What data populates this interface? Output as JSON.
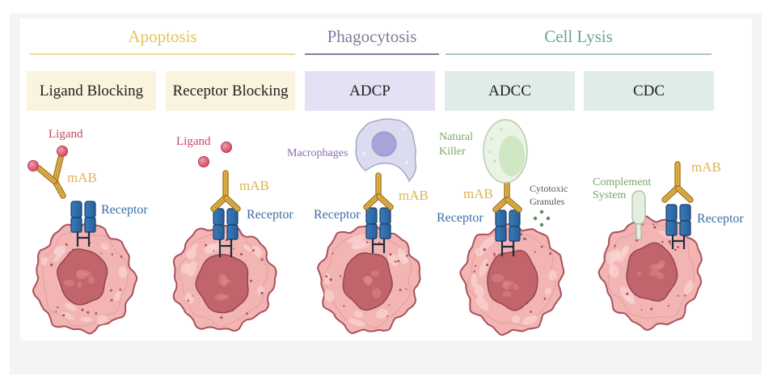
{
  "categories": [
    {
      "label": "Apoptosis",
      "text_color": "#e0c654",
      "line_color": "#e9dc98"
    },
    {
      "label": "Phagocytosis",
      "text_color": "#86779a",
      "line_color": "#8a7d98"
    },
    {
      "label": "Cell Lysis",
      "text_color": "#6aa39b",
      "line_color": "#a6c9c4"
    }
  ],
  "mechanisms": [
    {
      "label": "Ligand Blocking",
      "bg_color": "#faf3dd"
    },
    {
      "label": "Receptor Blocking",
      "bg_color": "#faf3dd"
    },
    {
      "label": "ADCP",
      "bg_color": "#e6e0f4"
    },
    {
      "label": "ADCC",
      "bg_color": "#dfecea"
    },
    {
      "label": "CDC",
      "bg_color": "#dfecea"
    }
  ],
  "panels": [
    {
      "ligand": "Ligand",
      "mab": "mAB",
      "receptor": "Receptor"
    },
    {
      "ligand": "Ligand",
      "mab": "mAB",
      "receptor": "Receptor"
    },
    {
      "effector": "Macrophages",
      "mab": "mAB",
      "receptor": "Receptor"
    },
    {
      "effector": [
        "Natural",
        "Killer"
      ],
      "mab": "mAB",
      "granules": [
        "Cytotoxic",
        "Granules"
      ],
      "receptor": "Receptor"
    },
    {
      "effector": [
        "Complement",
        "System"
      ],
      "mab": "mAB",
      "receptor": "Receptor"
    }
  ],
  "colors": {
    "ligand_label": "#c4475f",
    "mab_label": "#ddb54e",
    "receptor_label": "#3a6ea6",
    "macrophage_label": "#8a6db0",
    "nk_label": "#78a865",
    "complement_label": "#78a865",
    "granules_label": "#4f5757",
    "macrophage": "#dcdcf0",
    "macrophage_nucleus": "#a9a3d8",
    "nk_cell": "#e9f4e5",
    "nk_nucleus": "#cfe7c5",
    "complement": "#e6eee2",
    "granule": "#5b8a5f"
  }
}
